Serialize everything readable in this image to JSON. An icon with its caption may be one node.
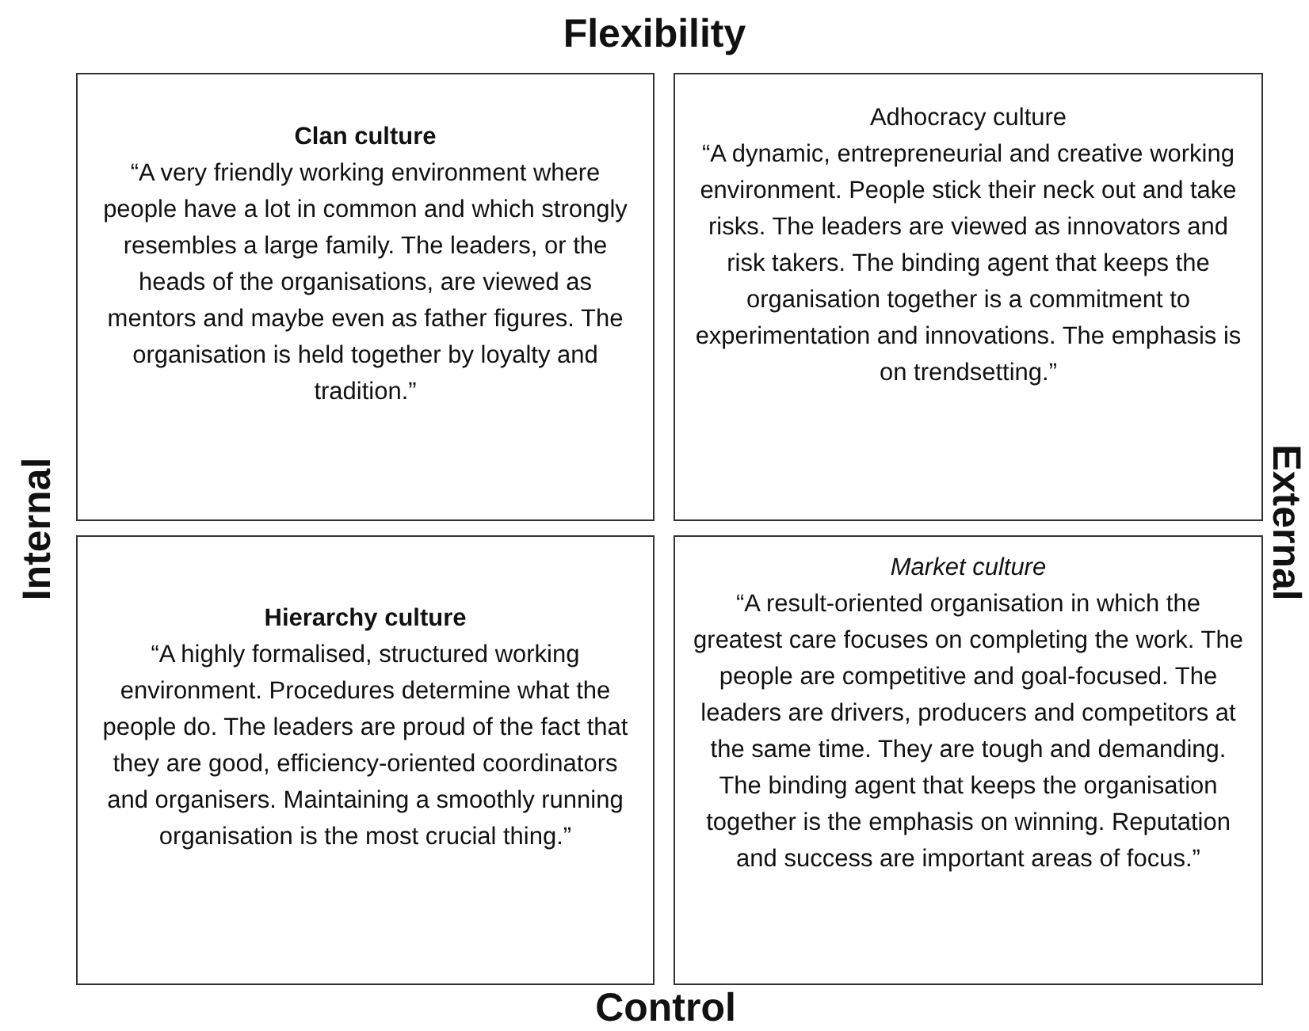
{
  "diagram": {
    "nodes": [
      {
        "text": [
          "Clan culture",
          "“A very friendly working environment where people have a lot in common and which strongly resembles a large family. The leaders, or the heads of the organisations, are viewed as mentors and maybe even as father figures. The organisation is held together by loyalty and tradition.”"
        ]
      },
      {
        "text": [
          "Adhocracy culture",
          "“A dynamic, entrepreneurial and creative working environment. People stick their neck out and take risks. The leaders are viewed as innovators and risk takers. The binding agent that keeps the organisation together is a commitment to experimentation and innovations. The emphasis is on trendsetting.”"
        ]
      },
      {
        "text": [
          "Hierarchy culture",
          "“A highly formalised, structured working environment. Procedures determine what the people do. The leaders are proud of the fact that they are good, efficiency-oriented coordinators and organisers. Maintaining a smoothly running organisation is the most crucial thing.”"
        ]
      },
      {
        "text": [
          "Market culture",
          "“A result-oriented organisation in which the greatest care focuses on completing the work. The people are competitive and goal-focused. The leaders are drivers, producers and competitors at the same time. They are tough and demanding. The binding agent that keeps the organisation together is the emphasis on winning. Reputation and success are important areas of focus.”"
        ]
      }
    ],
    "labels": [
      "Flexibility",
      "Internal",
      "External",
      "Control"
    ]
  }
}
